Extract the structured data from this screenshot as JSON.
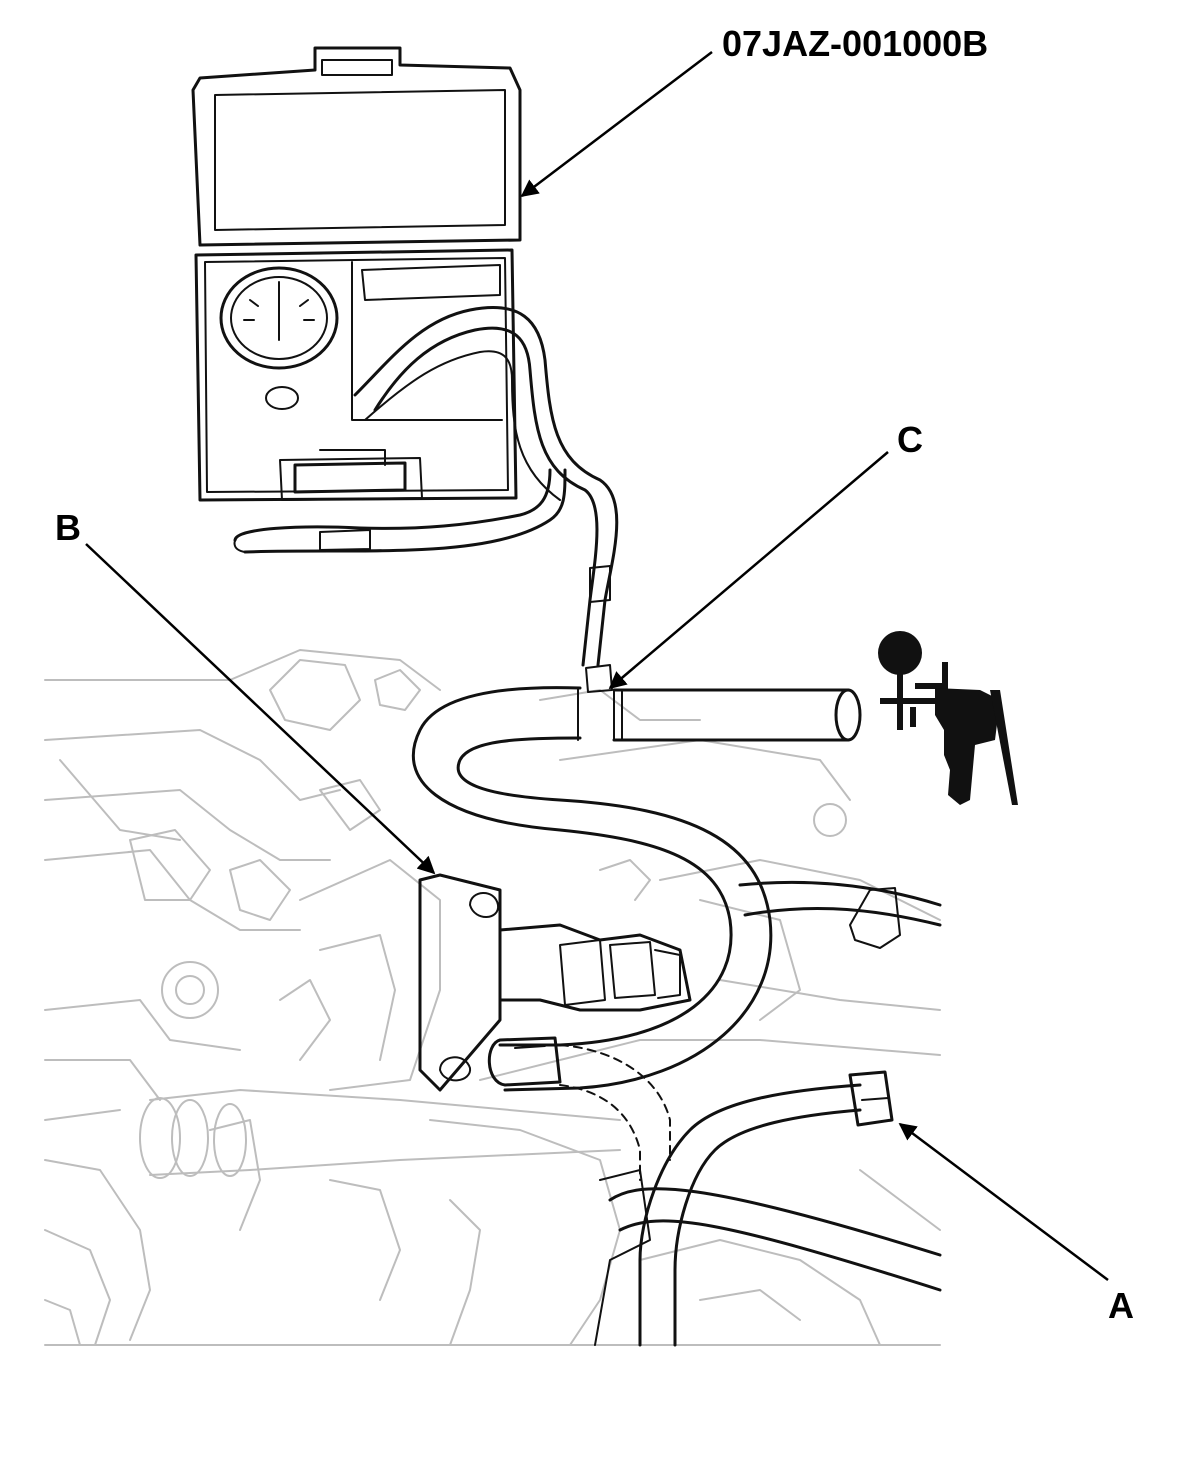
{
  "callouts": {
    "tool_number": "07JAZ-001000B",
    "label_a": "A",
    "label_b": "B",
    "label_c": "C"
  },
  "colors": {
    "ink": "#111111",
    "engine_line": "#bdbdbd",
    "background": "#ffffff"
  },
  "icons": [
    "tester-case-icon",
    "pressure-gauge-icon",
    "vacuum-pump-icon",
    "hose-icon",
    "engine-outline"
  ]
}
